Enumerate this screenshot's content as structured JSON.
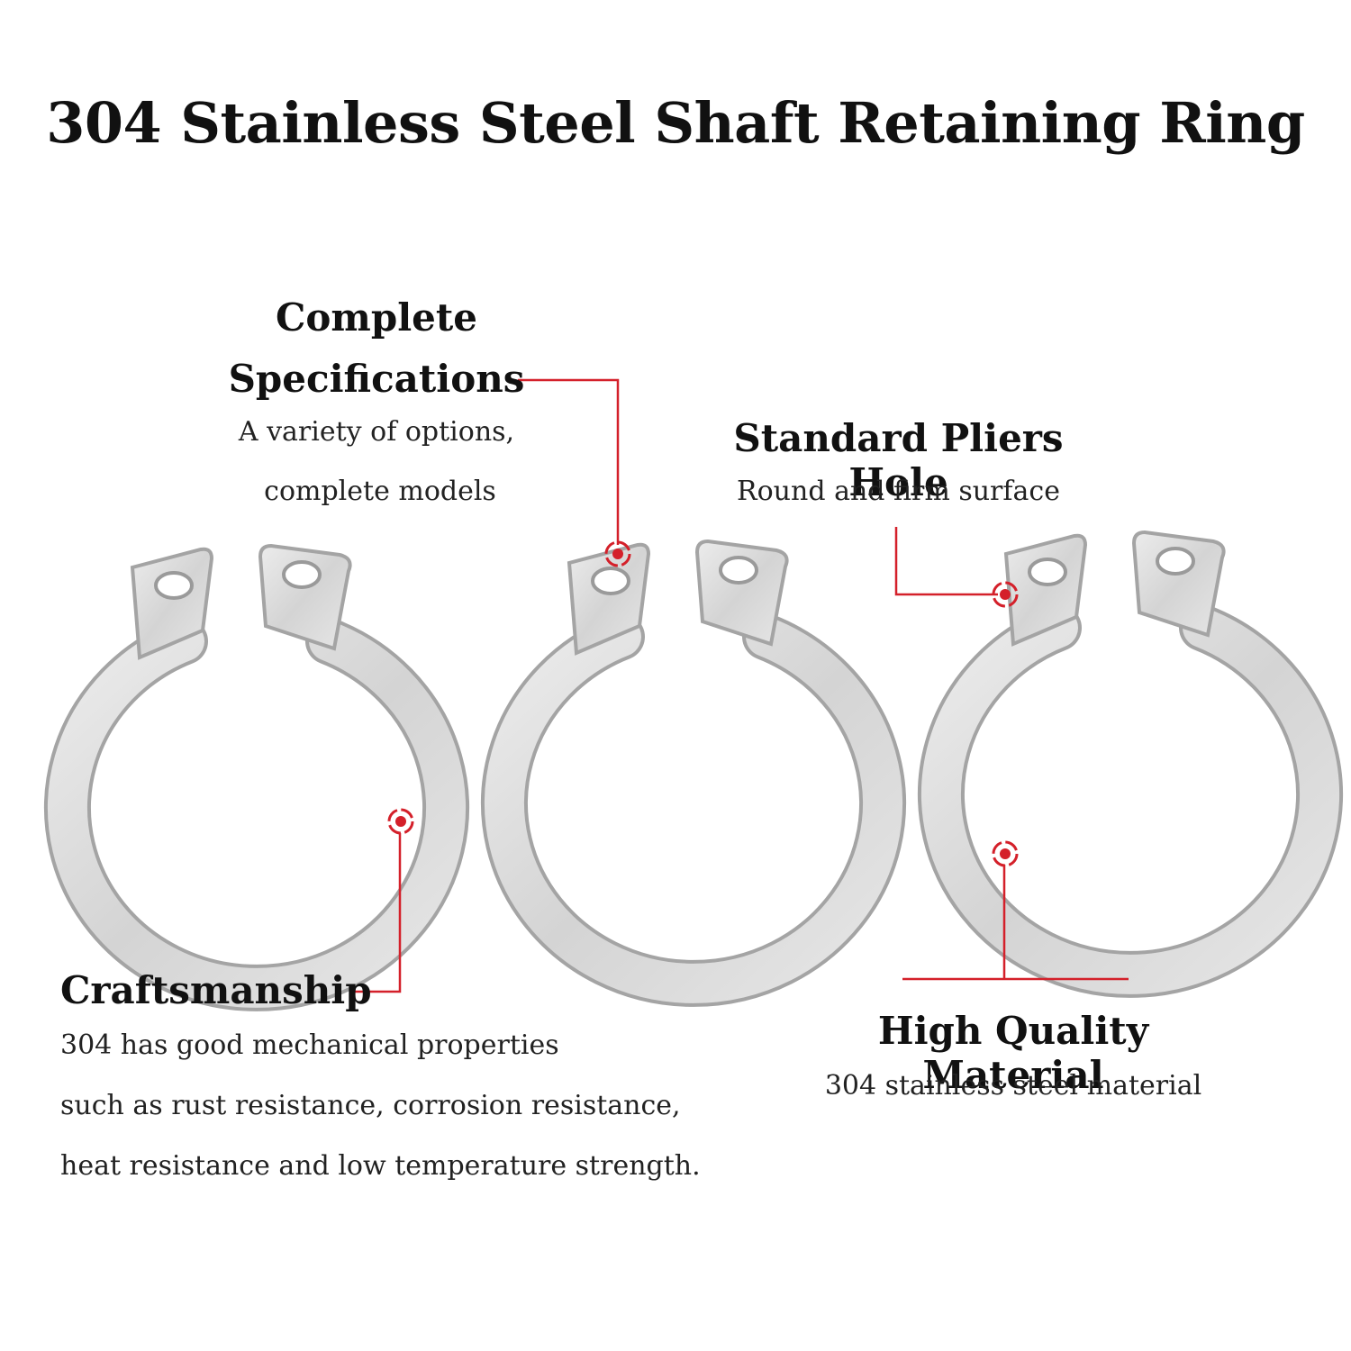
{
  "title": "304 Stainless Steel Shaft Retaining Ring",
  "callouts": {
    "specifications": {
      "heading_line1": "Complete",
      "heading_line2": "Specifications",
      "desc_line1": "A variety of options,",
      "desc_line2": "complete models"
    },
    "pliers_hole": {
      "heading": "Standard Pliers Hole",
      "desc": "Round and firm surface"
    },
    "craftsmanship": {
      "heading": "Craftsmanship",
      "desc_line1": "304 has good mechanical properties",
      "desc_line2": "such as rust resistance, corrosion resistance,",
      "desc_line3": "heat resistance and low temperature strength."
    },
    "material": {
      "heading": "High Quality Material",
      "desc": "304 stainless steel material"
    }
  },
  "colors": {
    "marker": "#d4202a",
    "steel_light": "#dedede",
    "steel_dark": "#a9a9a9"
  },
  "icons": [
    "retaining-ring",
    "target-marker-icon"
  ]
}
